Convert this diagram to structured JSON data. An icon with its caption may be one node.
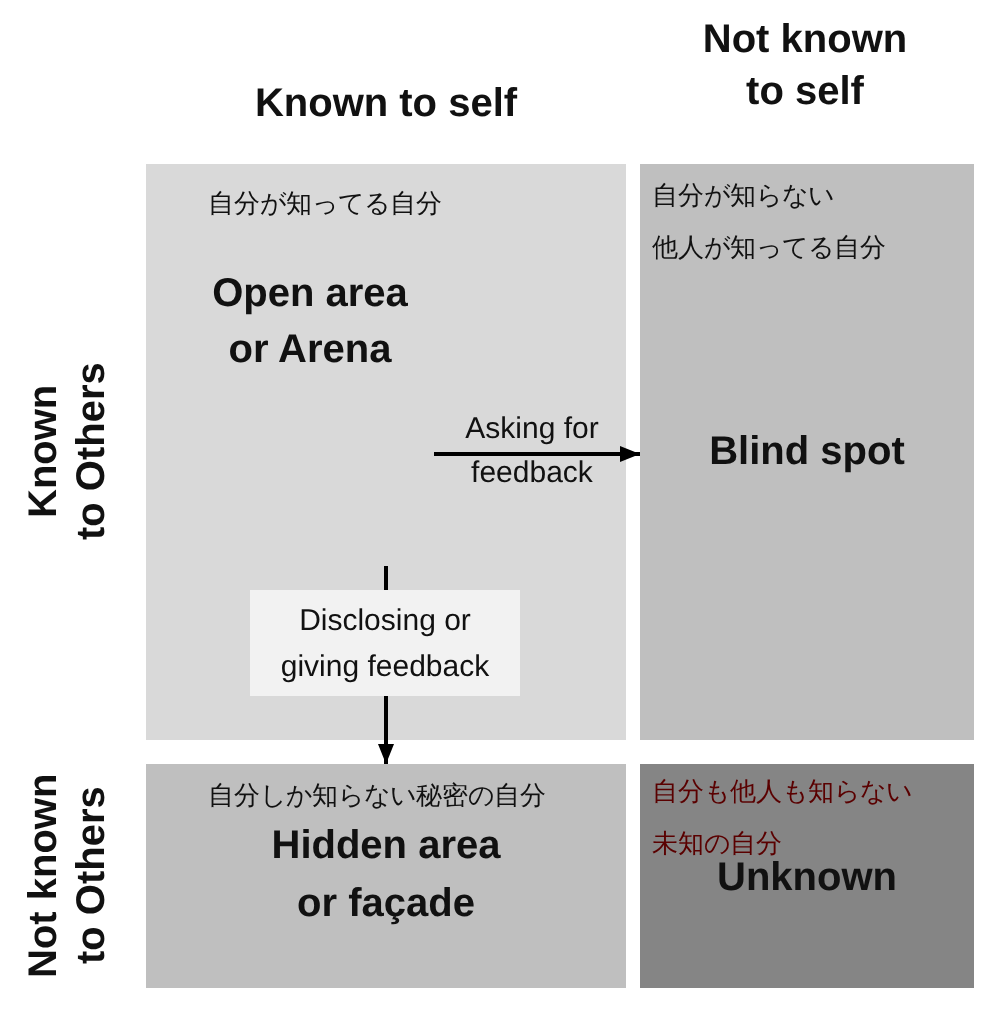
{
  "diagram": {
    "nodes": [
      {
        "text": [
          "自分が知ってる自分",
          "Open area or Arena"
        ]
      },
      {
        "text": [
          "自分が知らない",
          "他人が知ってる自分",
          "Blind spot"
        ]
      },
      {
        "text": [
          "自分しか知らない秘密の自分",
          "Hidden area or façade"
        ]
      },
      {
        "text": [
          "自分も他人も知らない",
          "未知の自分",
          "Unknown"
        ]
      }
    ],
    "edges": [
      {
        "from": 0,
        "to": 1,
        "arrow": "to",
        "label": "Asking for feedback"
      },
      {
        "from": 0,
        "to": 2,
        "arrow": "to",
        "label": "Disclosing or giving feedback"
      }
    ],
    "labels": [
      "Known to self",
      "Not known to self",
      "Known to Others",
      "Not known to Others"
    ]
  }
}
